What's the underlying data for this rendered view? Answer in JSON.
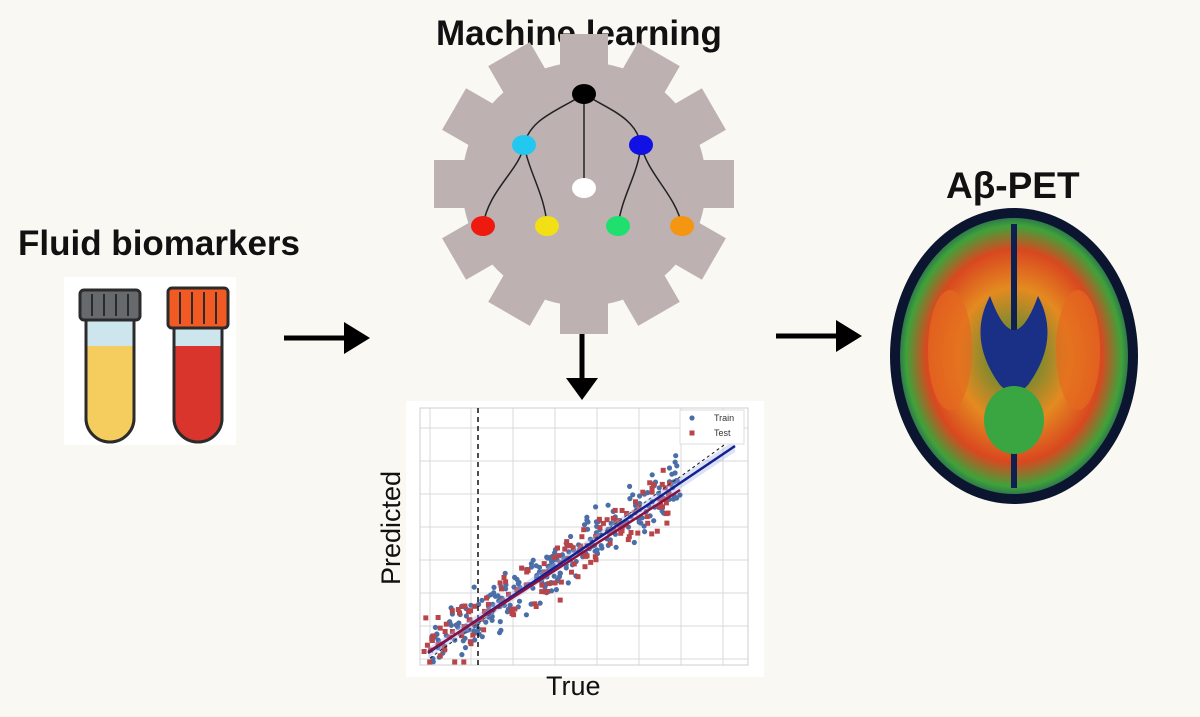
{
  "titles": {
    "machine_learning": "Machine learning",
    "fluid_biomarkers": "Fluid biomarkers",
    "abeta_pet": "Aβ-PET"
  },
  "chart_data": {
    "type": "scatter",
    "xlabel": "True",
    "ylabel": "Predicted",
    "grid": true,
    "legend_position": "top-right",
    "series": [
      {
        "name": "Train",
        "color": "#4a6fa8",
        "marker": "circle"
      },
      {
        "name": "Test",
        "color": "#b8454a",
        "marker": "square"
      }
    ],
    "reference_lines": [
      "vertical dashed threshold",
      "dashed identity line",
      "train regression line",
      "test regression line"
    ]
  },
  "colors": {
    "gear": "#bdb1b1",
    "tree_root": "#000000",
    "tree_left": "#22c8ef",
    "tree_right": "#1111e6",
    "tree_center": "#ffffff",
    "leaf_red": "#ee1a10",
    "leaf_yellow": "#f2e015",
    "leaf_green": "#1fe06e",
    "leaf_orange": "#f59612",
    "tube_yellow": "#f5cc5e",
    "tube_red": "#d9352c",
    "cap_gray": "#666a6d",
    "cap_orange": "#f15a22"
  }
}
